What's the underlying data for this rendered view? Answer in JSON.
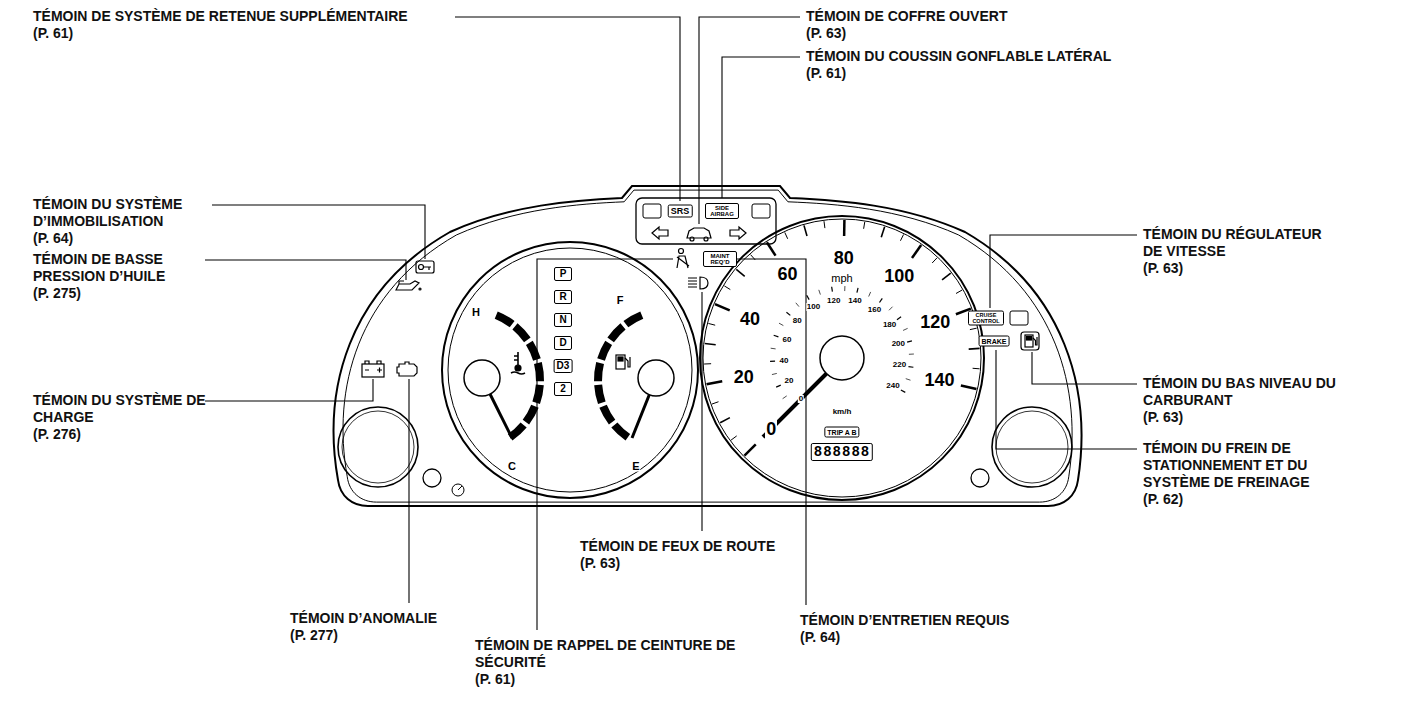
{
  "diagram": {
    "labels": [
      "TÉMOIN DE SYSTÈME DE RETENUE SUPPLÉMENTAIRE",
      "(P. 61)",
      "TÉMOIN DE COFFRE OUVERT",
      "(P. 63)",
      "TÉMOIN DU COUSSIN GONFLABLE LATÉRAL",
      "(P. 61)",
      "TÉMOIN DU SYSTÈME D’IMMOBILISATION",
      "(P. 64)",
      "TÉMOIN DE BASSE PRESSION D’HUILE",
      "(P. 275)",
      "TÉMOIN DU SYSTÈME DE CHARGE",
      "(P. 276)",
      "TÉMOIN D’ANOMALIE",
      "(P. 277)",
      "TÉMOIN DE FEUX DE ROUTE",
      "(P. 63)",
      "TÉMOIN DE RAPPEL DE CEINTURE DE SÉCURITÉ",
      "(P. 61)",
      "TÉMOIN D’ENTRETIEN REQUIS",
      "(P. 64)",
      "TÉMOIN DU RÉGULATEUR DE VITESSE",
      "(P. 63)",
      "TÉMOIN DU BAS NIVEAU DU CARBURANT",
      "(P. 63)",
      "TÉMOIN DU FREIN DE STATIONNEMENT ET DU SYSTÈME DE FREINAGE",
      "(P. 62)",
      "SRS",
      "SIDE AIRBAG",
      "MAINT REQ’D",
      "H",
      "C",
      "F",
      "E",
      "P",
      "R",
      "N",
      "D",
      "D3",
      "2",
      "mph",
      "0",
      "20",
      "40",
      "60",
      "80",
      "100",
      "120",
      "140",
      "0",
      "20",
      "40",
      "60",
      "80",
      "100",
      "120",
      "140",
      "160",
      "180",
      "200",
      "220",
      "240",
      "km/h",
      "TRIP A B",
      "888888",
      "CRUISE CONTROL",
      "BRAKE"
    ]
  }
}
